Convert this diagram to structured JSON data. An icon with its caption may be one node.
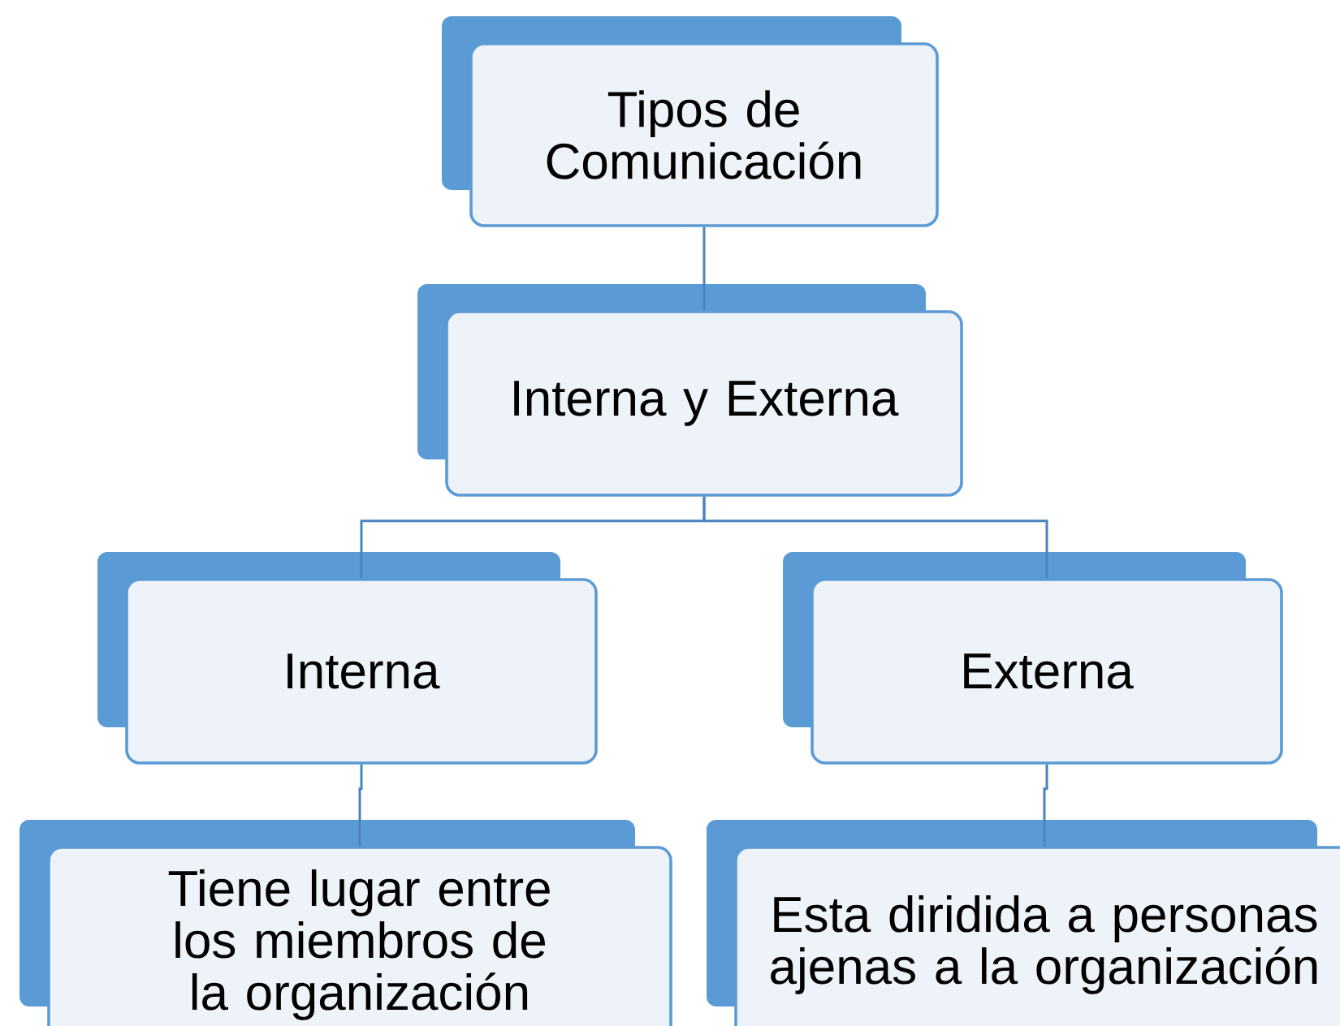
{
  "diagram": {
    "nodes": [
      {
        "text": [
          "Tipos de Comunicación"
        ]
      },
      {
        "text": [
          "Interna y Externa"
        ]
      },
      {
        "text": [
          "Interna"
        ]
      },
      {
        "text": [
          "Externa"
        ]
      },
      {
        "text": [
          "Tiene lugar entre los miembros de la organización"
        ]
      },
      {
        "text": [
          "Esta diridida a personas ajenas a la organización"
        ]
      }
    ],
    "edges": [
      {
        "from": 0,
        "to": 1,
        "arrow": "none"
      },
      {
        "from": 1,
        "to": 2,
        "arrow": "none"
      },
      {
        "from": 1,
        "to": 3,
        "arrow": "none"
      },
      {
        "from": 2,
        "to": 4,
        "arrow": "none"
      },
      {
        "from": 3,
        "to": 5,
        "arrow": "none"
      }
    ]
  }
}
